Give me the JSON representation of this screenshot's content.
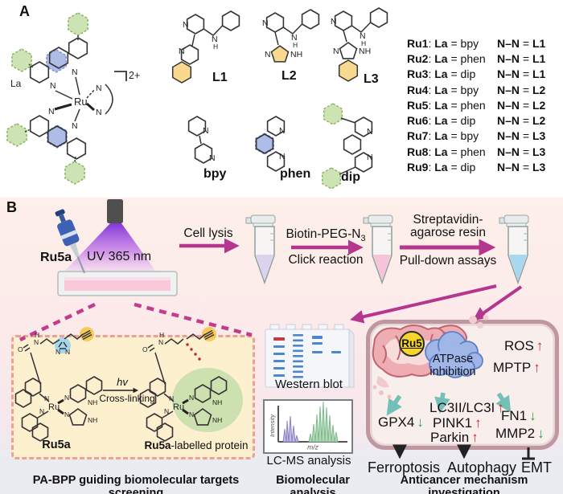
{
  "colors": {
    "accent_magenta": "#b5368e",
    "dashed_link": "#c33b8e",
    "uv_purple": "#8b36d9",
    "green_hex": "#cde3b4",
    "blue_hex": "#aebde8",
    "yellow_highlight": "#f8d98f",
    "box_yellow": "#fdf0cf",
    "panel_pink": "#fbe9ea",
    "cloud_blue": "#9fb6e6",
    "ru5_yellow": "#f6d42c",
    "up_red": "#c4262a",
    "down_green": "#2f9e44",
    "teal_arrow": "#74bfb8",
    "tube_liquids": [
      "#ddd2ee",
      "#f6c3d8",
      "#a8d8ef"
    ]
  },
  "panelA": {
    "label": "A",
    "atoms": {
      "N": "N",
      "H": "H",
      "O": "O",
      "Ru": "Ru",
      "NH": "NH",
      "La": "La",
      "charge": "2+"
    },
    "ligand_labels": {
      "L1": "L1",
      "L2": "L2",
      "L3": "L3",
      "bpy": "bpy",
      "phen": "phen",
      "dip": "dip"
    },
    "legend_labels": {
      "colon": ": ",
      "la": "La",
      "eq": " = ",
      "nn": "N–N"
    },
    "legend": [
      {
        "ru": "Ru1",
        "la": "bpy",
        "nn": "L1"
      },
      {
        "ru": "Ru2",
        "la": "phen",
        "nn": "L1"
      },
      {
        "ru": "Ru3",
        "la": "dip",
        "nn": "L1"
      },
      {
        "ru": "Ru4",
        "la": "bpy",
        "nn": "L2"
      },
      {
        "ru": "Ru5",
        "la": "phen",
        "nn": "L2"
      },
      {
        "ru": "Ru6",
        "la": "dip",
        "nn": "L2"
      },
      {
        "ru": "Ru7",
        "la": "bpy",
        "nn": "L3"
      },
      {
        "ru": "Ru8",
        "la": "phen",
        "nn": "L3"
      },
      {
        "ru": "Ru9",
        "la": "dip",
        "nn": "L3"
      }
    ]
  },
  "panelB": {
    "label": "B",
    "workflow": {
      "sample": "Ru5a",
      "uv": "UV 365 nm",
      "step1": "Cell lysis",
      "step2_top": [
        [
          "r",
          "Biotin-PEG-N"
        ],
        [
          "sub",
          "3"
        ]
      ],
      "step2_bottom": "Click reaction",
      "step3_top1": "Streptavidin-",
      "step3_top2": "agarose resin",
      "step3_bottom": "Pull-down assays"
    },
    "labelling": {
      "hv": [
        [
          "i",
          "hv"
        ]
      ],
      "cross": "Cross-linking",
      "probe": "Ru5a",
      "product": [
        [
          "b",
          "Ru5a"
        ],
        [
          "r",
          "-labelled protein"
        ]
      ],
      "caption": "PA-BPP guiding biomolecular targets screening"
    },
    "analysis": {
      "wb": "Western blot",
      "lcms": "LC-MS analysis",
      "yaxis": "Intensity",
      "xaxis": "m/z",
      "caption": "Biomolecular analysis"
    },
    "mechanism": {
      "drug": "Ru5",
      "cloud1": "ATPase",
      "cloud2": "inhibition",
      "markers": [
        {
          "label": "ROS",
          "arrow": "↑"
        },
        {
          "label": "MPTP",
          "arrow": "↑"
        },
        {
          "label": "GPX4",
          "arrow": "↓"
        },
        {
          "label": "LC3II/LC3I",
          "arrow": "↑"
        },
        {
          "label": "PINK1",
          "arrow": "↑"
        },
        {
          "label": "Parkin",
          "arrow": "↑"
        },
        {
          "label": "FN1",
          "arrow": "↓"
        },
        {
          "label": "MMP2",
          "arrow": "↓"
        }
      ],
      "outcomes": [
        "Ferroptosis",
        "Autophagy",
        "EMT"
      ],
      "caption": "Anticancer mechanism investigation"
    }
  }
}
